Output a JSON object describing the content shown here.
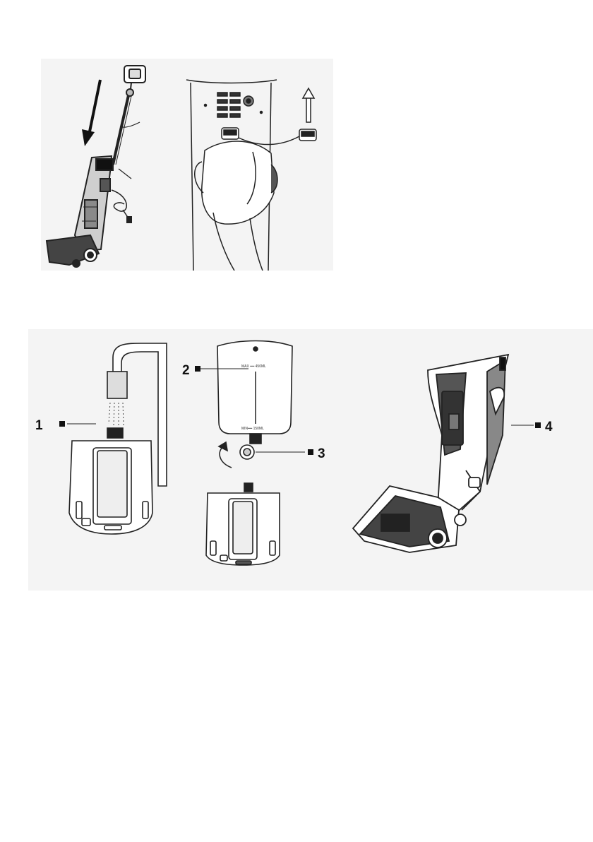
{
  "top_figure": {
    "left_image": "upright-vacuum-assembly",
    "right_image": "hand-removing-panel"
  },
  "bottom_figure": {
    "callouts": [
      {
        "id": "1",
        "label": "1"
      },
      {
        "id": "2",
        "label": "2"
      },
      {
        "id": "3",
        "label": "3"
      },
      {
        "id": "4",
        "label": "4"
      }
    ],
    "tank_text": {
      "max": "MAX ━━ 450ML",
      "min": "MIN━━ 150ML"
    }
  }
}
